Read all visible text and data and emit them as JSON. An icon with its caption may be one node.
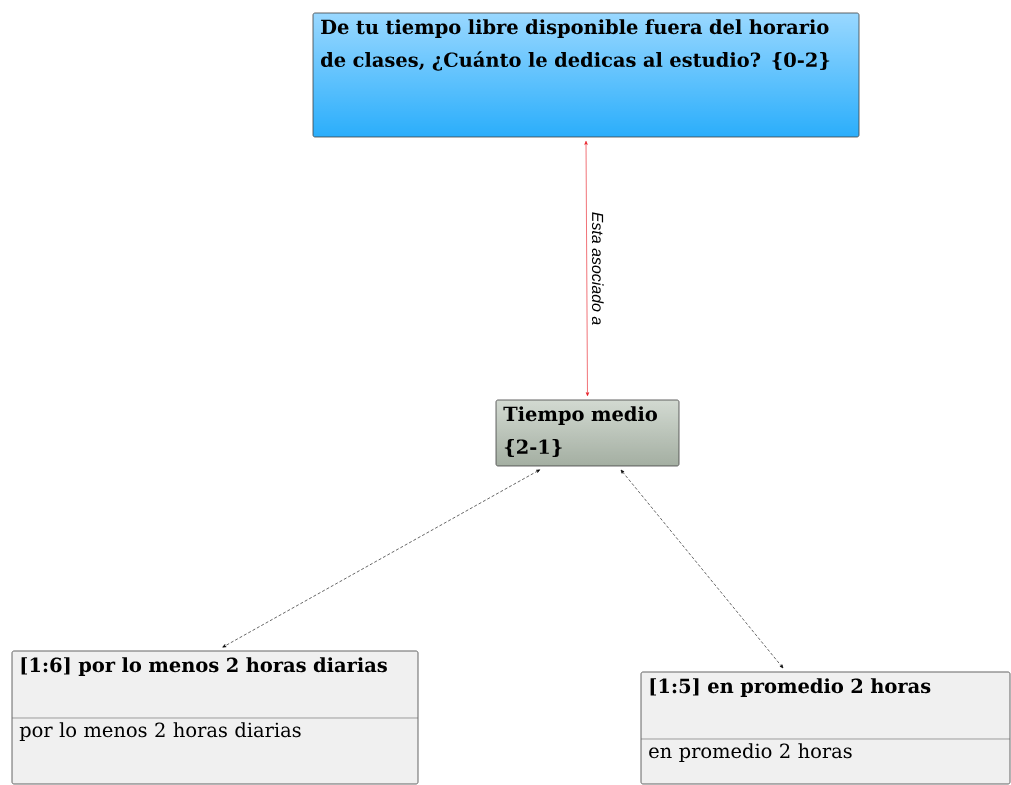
{
  "diagram": {
    "nodes": [
      {
        "text": [
          "De tu tiempo libre disponible fuera del horario de clases, ¿Cuánto le dedicas al estudio? {0-2}"
        ]
      },
      {
        "text": [
          "Tiempo medio {2-1}"
        ]
      },
      {
        "text": [
          "[1:6] por lo menos 2 horas diarias",
          "por lo menos 2 horas diarias"
        ]
      },
      {
        "text": [
          "[1:5] en promedio 2 horas",
          "en promedio 2 horas"
        ]
      }
    ],
    "edges": [
      {
        "from": 0,
        "to": 1,
        "arrow": "both",
        "label": "Esta asociado a",
        "color": "#e8141c"
      },
      {
        "from": 1,
        "to": 2,
        "arrow": "both",
        "style": "dashed"
      },
      {
        "from": 1,
        "to": 3,
        "arrow": "both",
        "style": "dashed"
      }
    ]
  }
}
